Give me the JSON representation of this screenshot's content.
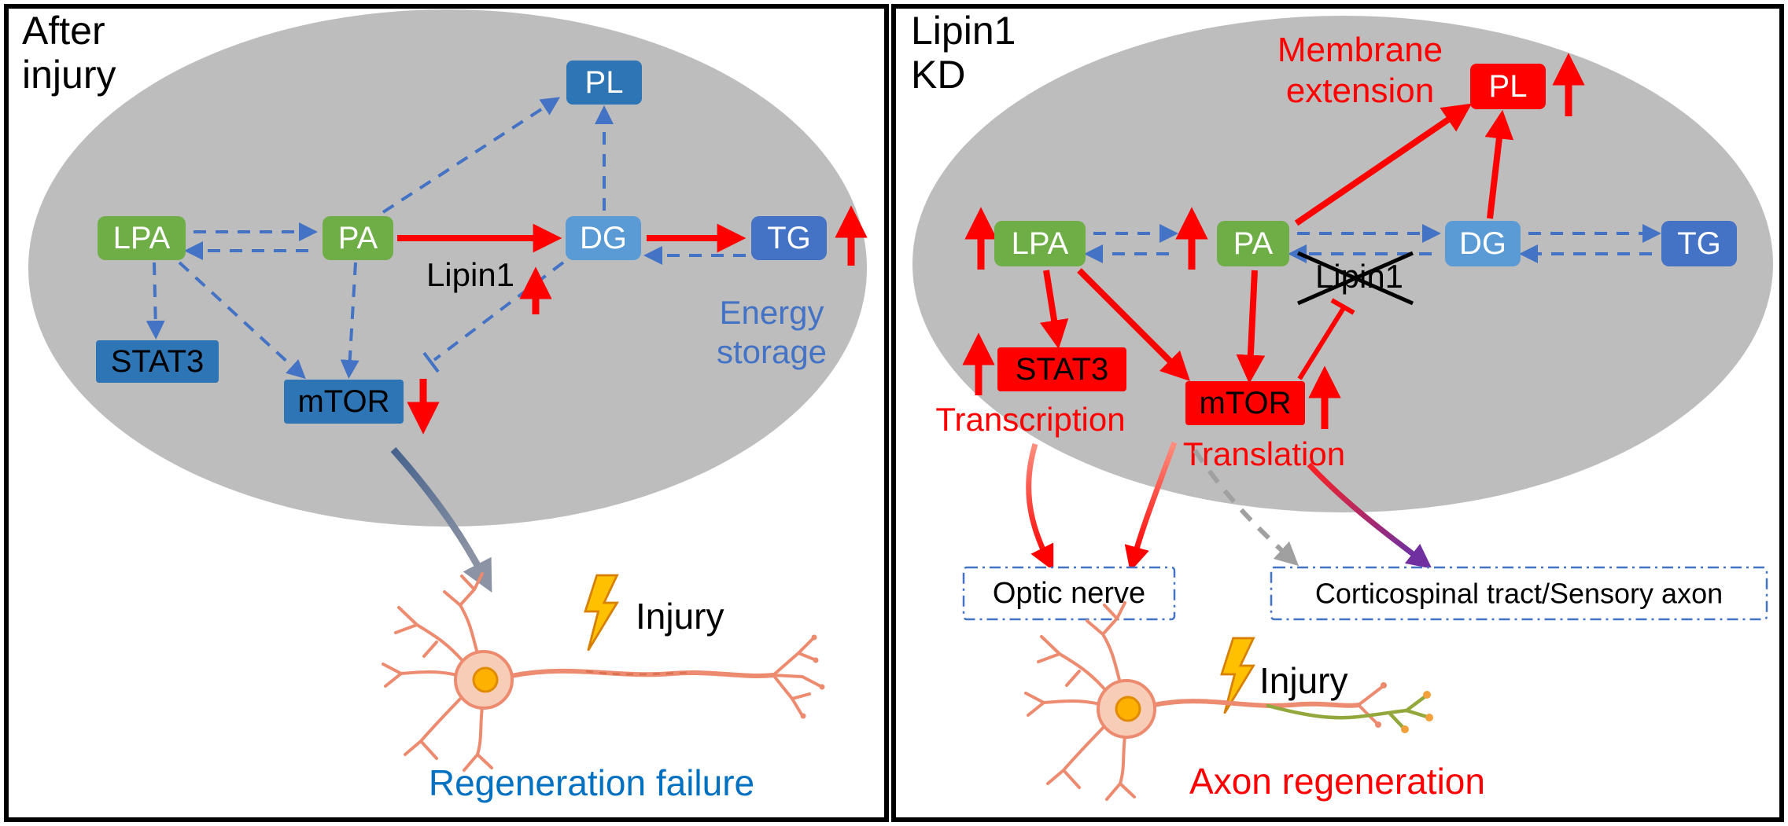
{
  "colors": {
    "panel_border": "#000000",
    "cell_gray": "#BDBDBD",
    "node_green": "#6FAE46",
    "node_blue": "#2E75B6",
    "node_blue_light": "#5B9BD5",
    "node_blue_dark": "#4472C4",
    "node_red": "#FF0000",
    "arrow_blue": "#4472C4",
    "arrow_red": "#FF0000",
    "outcome_blue": "#0070C0",
    "purple": "#7030A0",
    "lightning_yellow": "#FFC000"
  },
  "left_panel": {
    "title": [
      "After",
      "injury"
    ],
    "nodes": {
      "lpa": "LPA",
      "pa": "PA",
      "pl": "PL",
      "dg": "DG",
      "tg": "TG",
      "stat3": "STAT3",
      "mtor": "mTOR"
    },
    "lipin1_label": "Lipin1",
    "energy_storage": [
      "Energy",
      "storage"
    ],
    "injury_label": "Injury",
    "outcome": "Regeneration failure"
  },
  "right_panel": {
    "title": [
      "Lipin1",
      "KD"
    ],
    "membrane_extension": [
      "Membrane",
      "extension"
    ],
    "nodes": {
      "lpa": "LPA",
      "pa": "PA",
      "pl": "PL",
      "dg": "DG",
      "tg": "TG",
      "stat3": "STAT3",
      "mtor": "mTOR"
    },
    "lipin1_label": "Lipin1",
    "transcription_label": "Transcription",
    "translation_label": "Translation",
    "optic_nerve_label": "Optic nerve",
    "corticospinal_label": "Corticospinal tract/Sensory axon",
    "injury_label": "Injury",
    "outcome": "Axon regeneration"
  }
}
